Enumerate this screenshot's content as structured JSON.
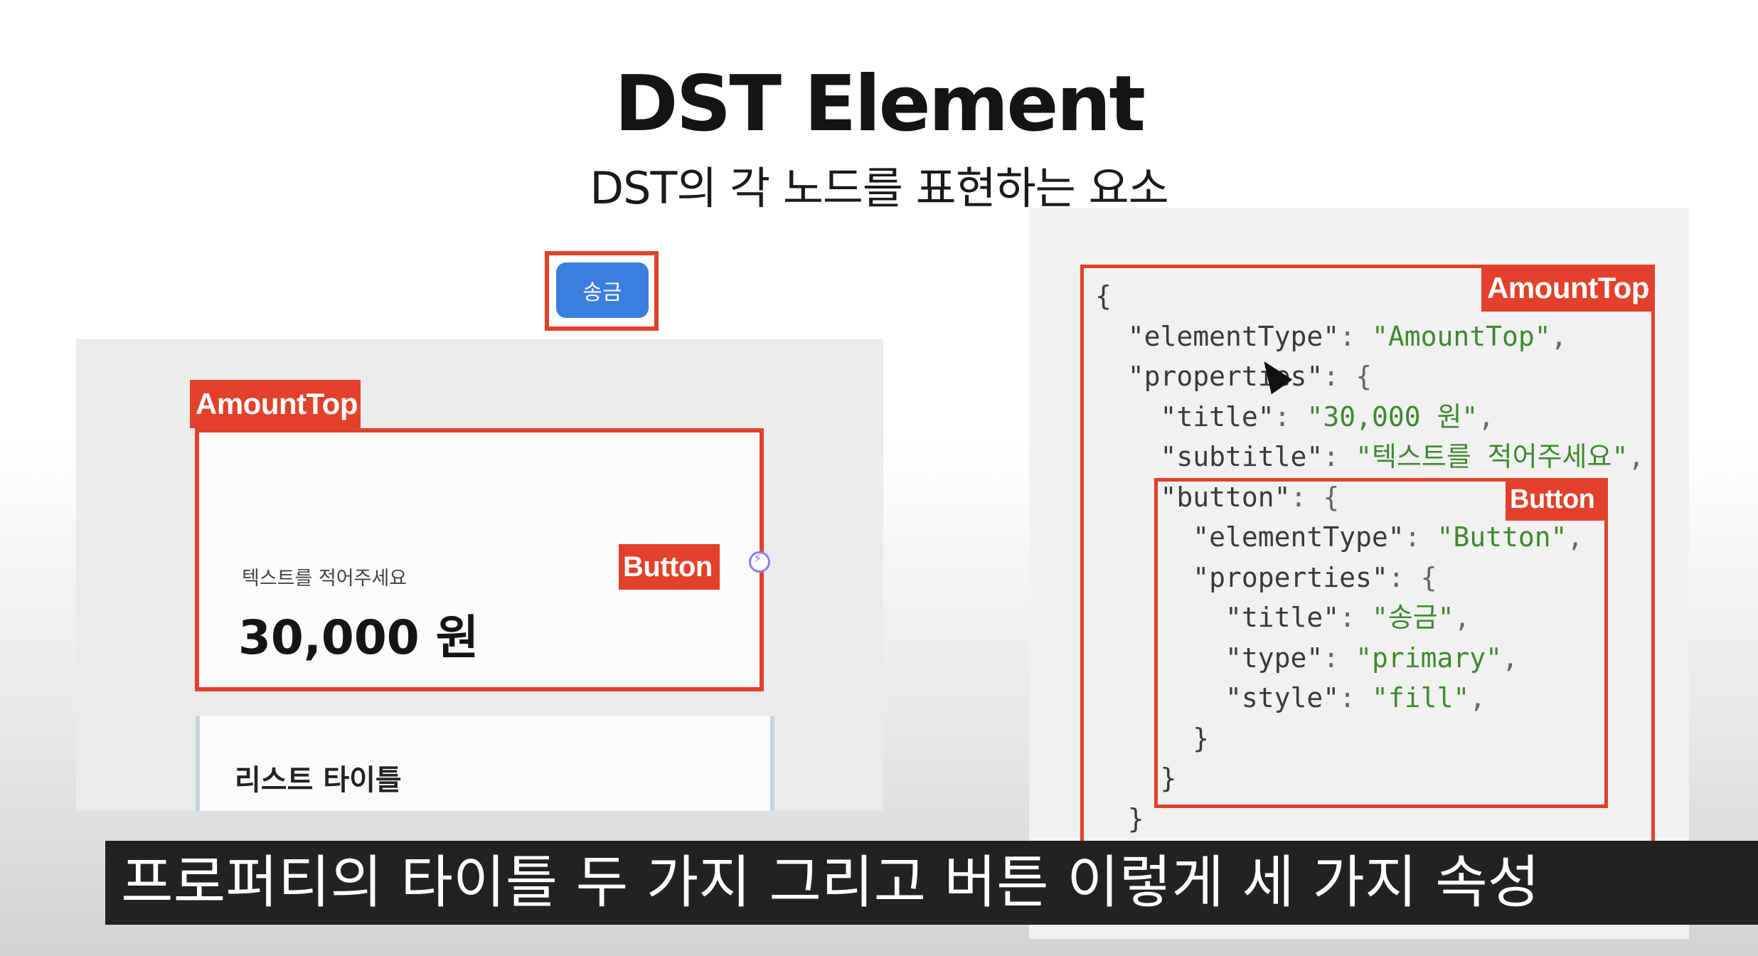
{
  "slide": {
    "title": "DST Element",
    "subtitle": "DST의 각 노드를 표현하는 요소"
  },
  "mockup": {
    "amount_tag": "AmountTop",
    "button_tag": "Button",
    "card_subtitle": "텍스트를 적어주세요",
    "card_amount": "30,000 원",
    "send_button": "송금",
    "list_title": "리스트 타이틀"
  },
  "code_panel": {
    "amount_tag": "AmountTop",
    "button_tag": "Button",
    "lines": [
      {
        "key": "{",
        "val": "",
        "indent": 0
      },
      {
        "key": "\"elementType\"",
        "val": "\"AmountTop\"",
        "indent": 1
      },
      {
        "key": "\"properties\"",
        "val": "{",
        "indent": 1
      },
      {
        "key": "\"title\"",
        "val": "\"30,000 원\"",
        "indent": 2
      },
      {
        "key": "\"subtitle\"",
        "val": "\"텍스트를 적어주세요\"",
        "indent": 2
      },
      {
        "key": "\"button\"",
        "val": "{",
        "indent": 2
      },
      {
        "key": "\"elementType\"",
        "val": "\"Button\"",
        "indent": 3
      },
      {
        "key": "\"properties\"",
        "val": "{",
        "indent": 3
      },
      {
        "key": "\"title\"",
        "val": "\"송금\"",
        "indent": 4
      },
      {
        "key": "\"type\"",
        "val": "\"primary\"",
        "indent": 4
      },
      {
        "key": "\"style\"",
        "val": "\"fill\"",
        "indent": 4
      },
      {
        "key": "}",
        "val": "",
        "indent": 3
      },
      {
        "key": "}",
        "val": "",
        "indent": 2
      },
      {
        "key": "}",
        "val": "",
        "indent": 1
      }
    ]
  },
  "caption": "프로퍼티의 타이틀 두 가지 그리고 버튼 이렇게 세 가지 속성",
  "colors": {
    "highlight_red": "#e2402a",
    "button_blue": "#3b7de0",
    "string_green": "#3f8a2f"
  }
}
